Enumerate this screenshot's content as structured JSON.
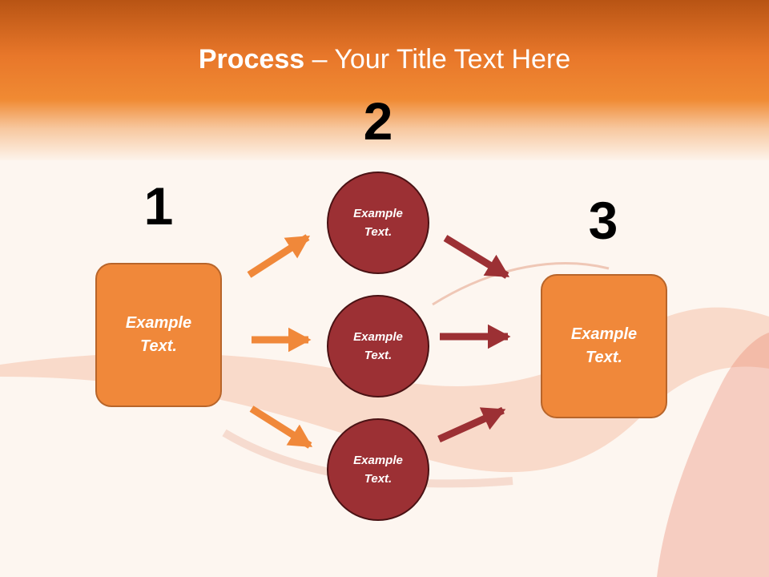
{
  "title": {
    "strong": "Process",
    "rest": " – Your Title Text Here"
  },
  "steps": [
    {
      "number": "1",
      "text": "Example\nText."
    },
    {
      "number": "2",
      "items": [
        {
          "text": "Example\nText."
        },
        {
          "text": "Example\nText."
        },
        {
          "text": "Example\nText."
        }
      ]
    },
    {
      "number": "3",
      "text": "Example\nText."
    }
  ],
  "colors": {
    "header": "#e8772a",
    "box_fill": "#f0883a",
    "circle_fill": "#9c3034",
    "arrow_left": "#f0883a",
    "arrow_right": "#9c3034",
    "number_text": "#000000",
    "label_text": "#ffffff"
  }
}
